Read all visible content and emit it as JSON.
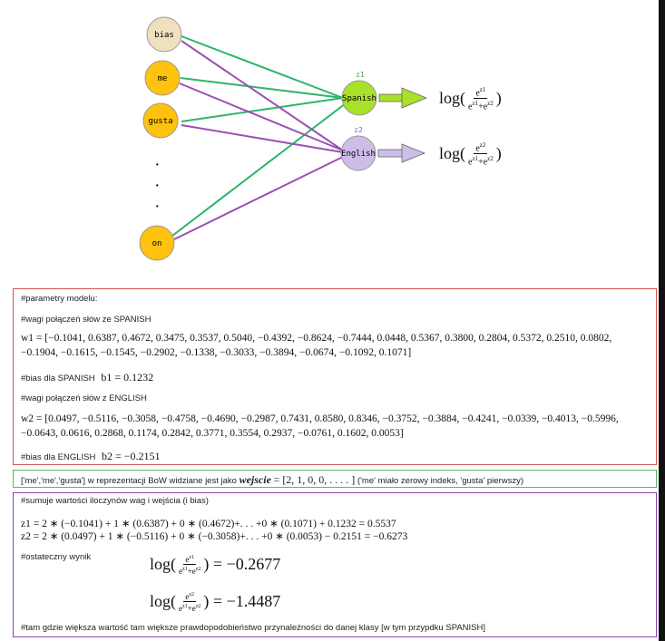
{
  "network": {
    "inputs": [
      "bias",
      "me",
      "gusta",
      "on"
    ],
    "dots": "·",
    "outputs": [
      {
        "name": "Spanish",
        "z": "z1",
        "color": "#a8e02a"
      },
      {
        "name": "English",
        "z": "z2",
        "color": "#cdbde8"
      }
    ],
    "input_colors": {
      "bias": "#efe0bf",
      "words": "#ffc20e"
    },
    "edge_colors": {
      "spanish": "#2db56a",
      "english": "#9b4fb4"
    },
    "formula1": {
      "prefix": "log(",
      "num": "e^z1",
      "den": "e^z1+e^z2",
      "suffix": ")"
    },
    "formula2": {
      "prefix": "log(",
      "num": "e^z2",
      "den": "e^z1+e^z2",
      "suffix": ")"
    }
  },
  "params": {
    "heading": "#parametry modelu:",
    "w1_comment": "#wagi połączeń słów ze SPANISH",
    "w1_line1": "w1 = [−0.1041, 0.6387, 0.4672, 0.3475, 0.3537, 0.5040, −0.4392, −0.8624, −0.7444, 0.0448, 0.5367, 0.3800, 0.2804, 0.5372, 0.2510, 0.0802,",
    "w1_line2": "−0.1904, −0.1615, −0.1545, −0.2902, −0.1338, −0.3033, −0.3894, −0.0674, −0.1092, 0.1071]",
    "b1_comment": "#bias dla SPANISH",
    "b1": "b1 = 0.1232",
    "w2_comment": "#wagi połączeń słów z ENGLISH",
    "w2_line1": "w2 = [0.0497, −0.5116, −0.3058, −0.4758, −0.4690, −0.2987, 0.7431, 0.8580, 0.8346, −0.3752, −0.3884, −0.4241, −0.0339, −0.4013, −0.5996,",
    "w2_line2": "−0.0643, 0.0616, 0.2868, 0.1174, 0.2842, 0.3771, 0.3554, 0.2937, −0.0761, 0.1602, 0.0053]",
    "b2_comment": "#bias dla ENGLISH",
    "b2": "b2 = −0.2151"
  },
  "bow": {
    "before": "['me','me','gusta'] w reprezentacji BoW widziane jest jako",
    "var": "wejscie",
    "vector": "= [2, 1, 0, 0, . . . . ]",
    "after": "('me' miało zerowy indeks, 'gusta' pierwszy)"
  },
  "sum": {
    "comment": "#sumuje wartości iloczynów wag i wejścia (i bias)",
    "z1": "z1 = 2 ∗ (−0.1041) + 1 ∗ (0.6387) + 0 ∗ (0.4672)+. . . +0 ∗ (0.1071) + 0.1232 = 0.5537",
    "z2": "z2 = 2 ∗ (0.0497) + 1 ∗ (−0.5116) + 0 ∗ (−0.3058)+. . . +0 ∗ (0.0053) − 0.2151 = −0.6273",
    "final_comment": "#ostateczny wynik",
    "result1": "= −0.2677",
    "result2": "= −1.4487",
    "footer": "#tam gdzie większa wartość tam większe prawdopodobieństwo przynależności do danej klasy [w tym przypdku SPANISH]"
  }
}
